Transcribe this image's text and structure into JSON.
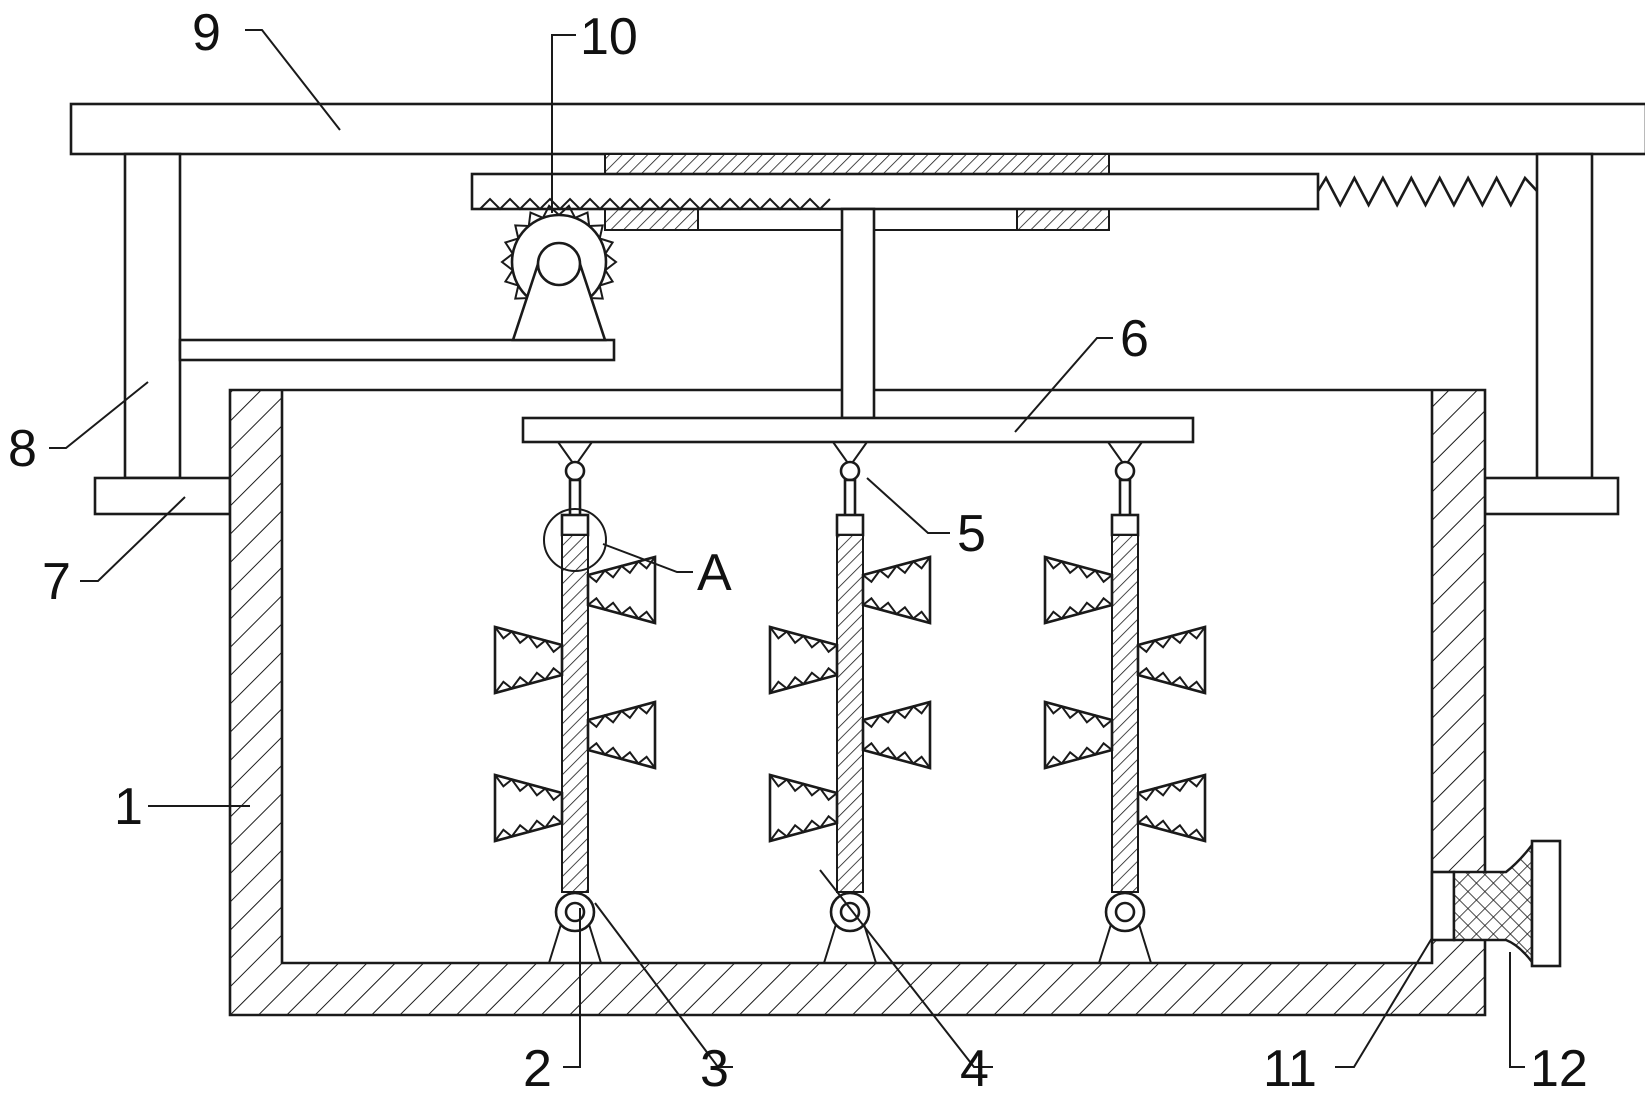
{
  "callouts": [
    {
      "id": "1",
      "text": "1"
    },
    {
      "id": "2",
      "text": "2"
    },
    {
      "id": "3",
      "text": "3"
    },
    {
      "id": "4",
      "text": "4"
    },
    {
      "id": "5",
      "text": "5"
    },
    {
      "id": "6",
      "text": "6"
    },
    {
      "id": "7",
      "text": "7"
    },
    {
      "id": "8",
      "text": "8"
    },
    {
      "id": "9",
      "text": "9"
    },
    {
      "id": "10",
      "text": "10"
    },
    {
      "id": "11",
      "text": "11"
    },
    {
      "id": "12",
      "text": "12"
    },
    {
      "id": "A",
      "text": "A"
    }
  ]
}
